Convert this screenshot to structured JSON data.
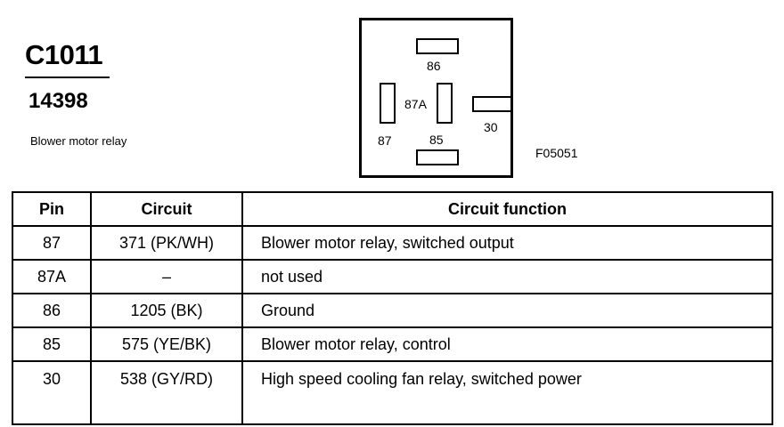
{
  "header": {
    "connector_id": "C1011",
    "part_number": "14398",
    "description": "Blower motor relay"
  },
  "diagram": {
    "pins": [
      "86",
      "87A",
      "30",
      "87",
      "85"
    ],
    "figure_code": "F05051"
  },
  "table": {
    "headers": [
      "Pin",
      "Circuit",
      "Circuit function"
    ],
    "rows": [
      {
        "pin": "87",
        "circuit": "371 (PK/WH)",
        "function": "Blower motor relay, switched output"
      },
      {
        "pin": "87A",
        "circuit": "–",
        "function": "not used"
      },
      {
        "pin": "86",
        "circuit": "1205 (BK)",
        "function": "Ground"
      },
      {
        "pin": "85",
        "circuit": "575 (YE/BK)",
        "function": "Blower motor relay, control"
      },
      {
        "pin": "30",
        "circuit": "538 (GY/RD)",
        "function": "High speed cooling fan relay, switched power"
      }
    ]
  }
}
